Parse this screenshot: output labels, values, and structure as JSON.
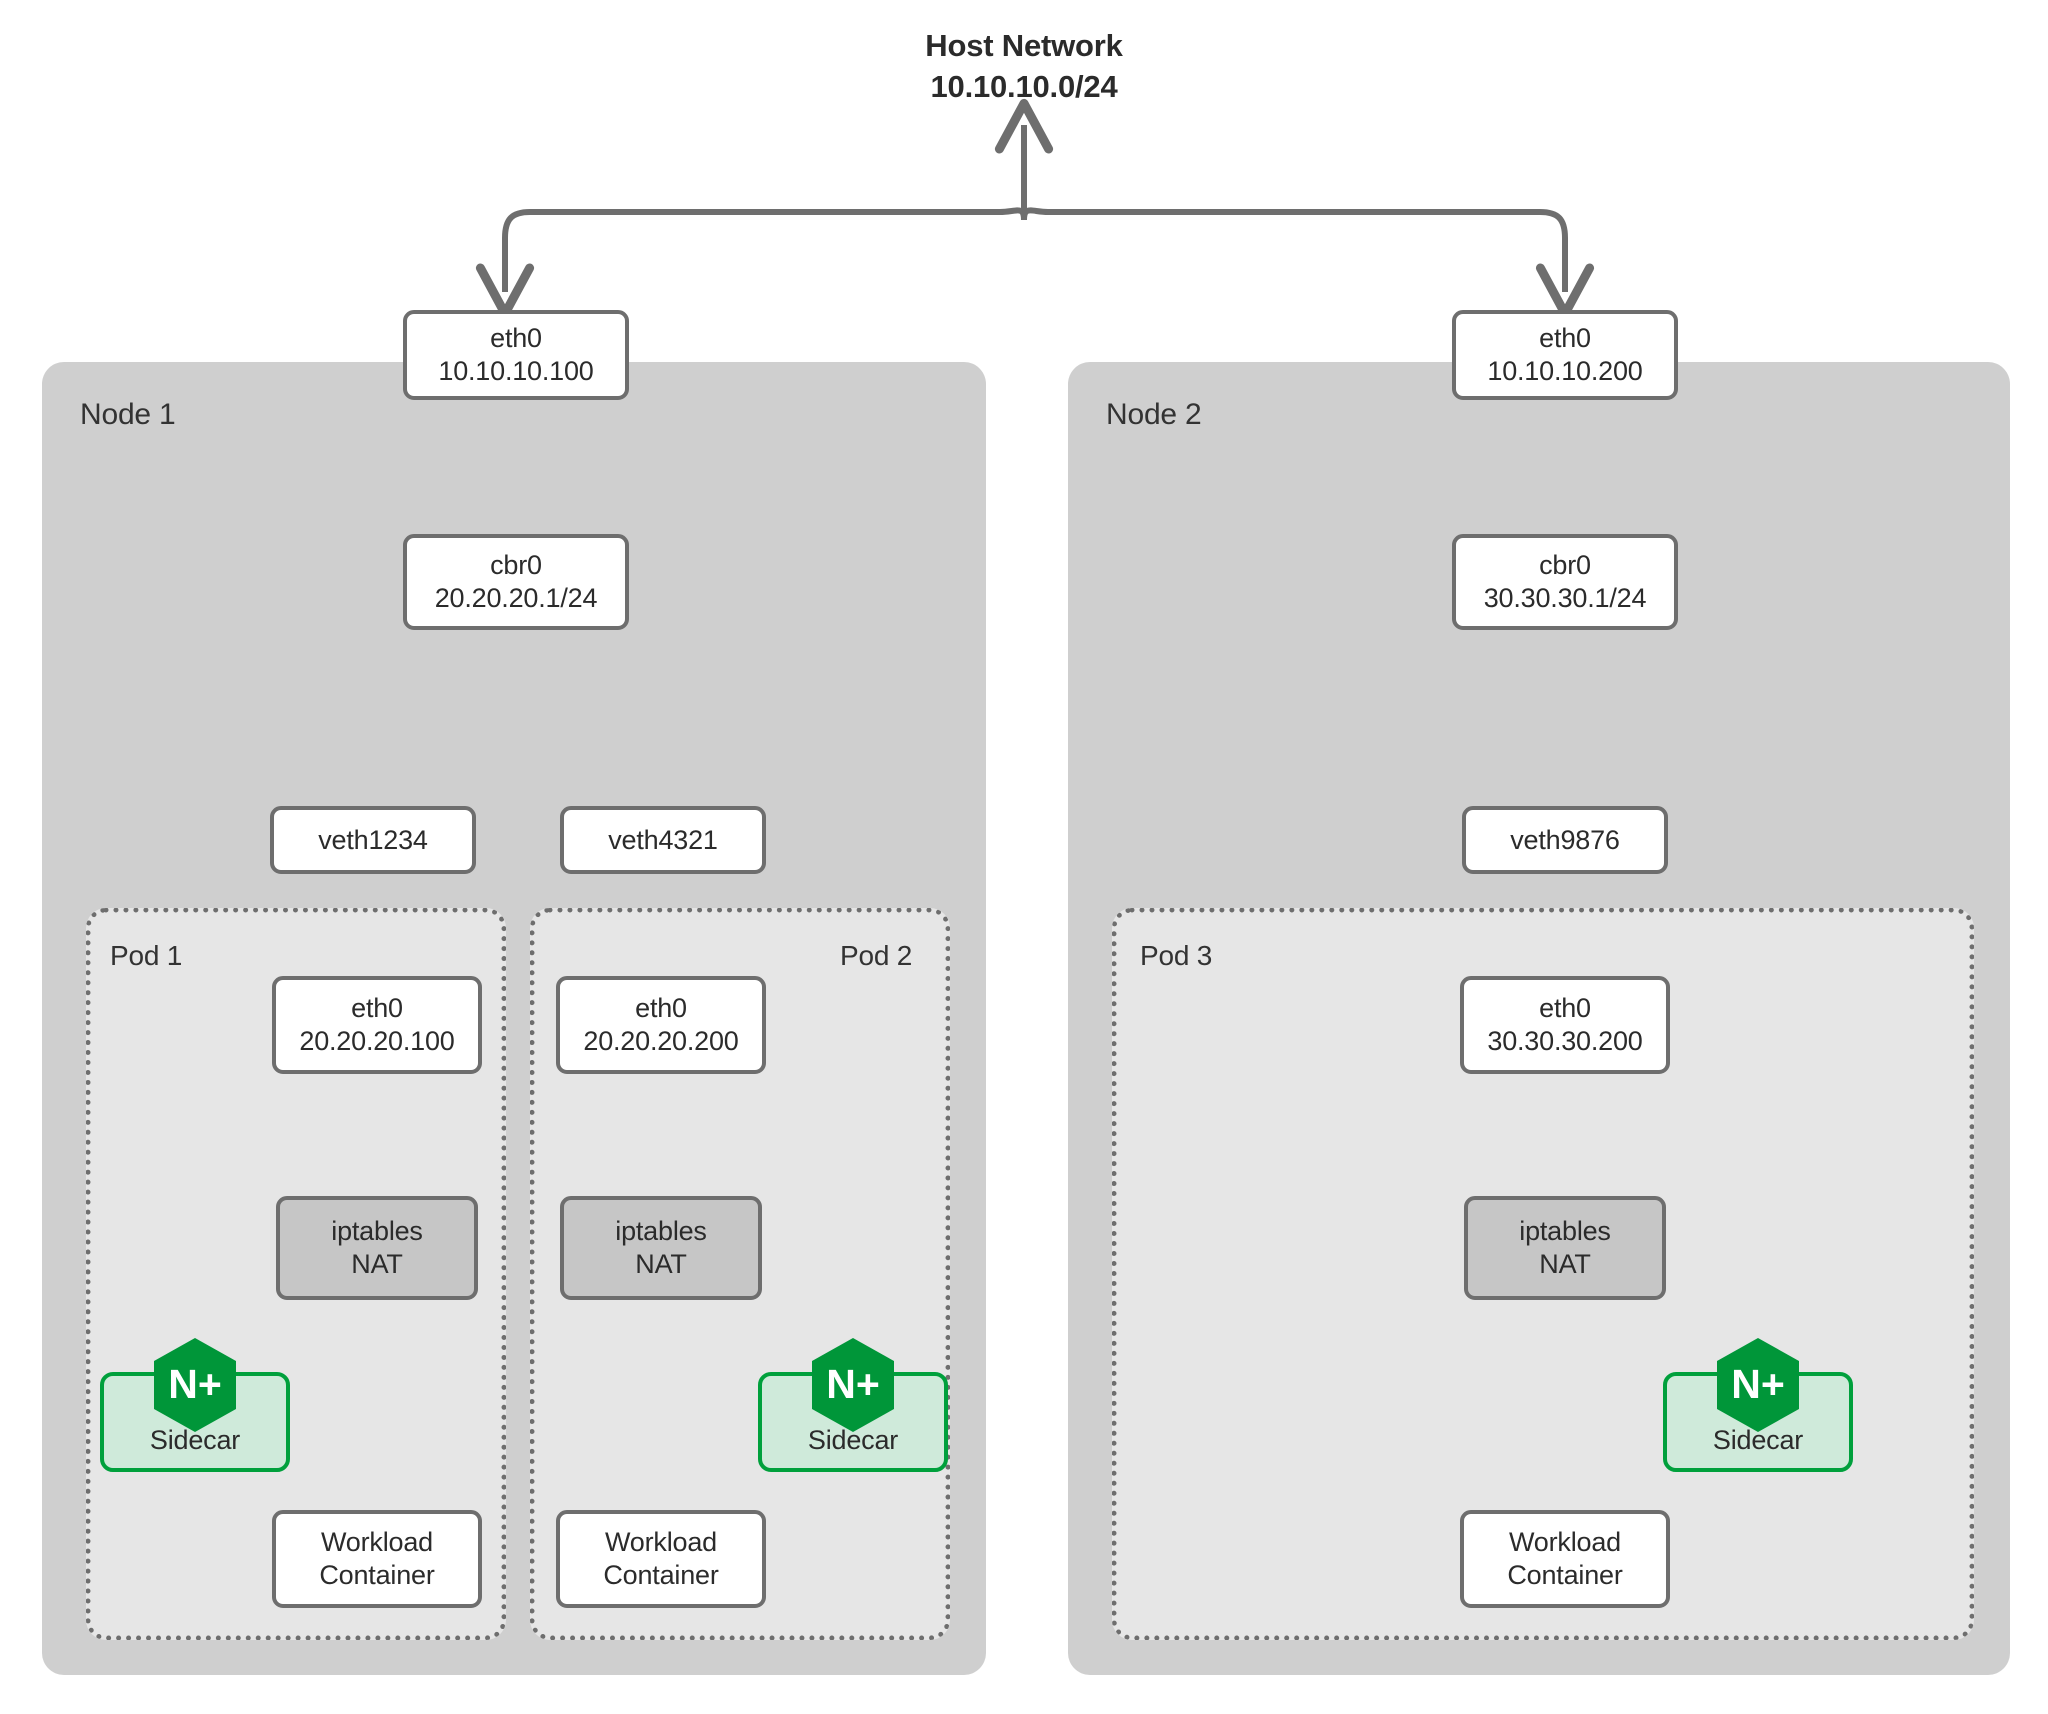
{
  "diagram": {
    "title_line1": "Host Network",
    "title_line2": "10.10.10.0/24",
    "colors": {
      "node_fill": "#cfcfcf",
      "pod_fill": "#e6e6e6",
      "box_border": "#6e6e6e",
      "box_fill": "#ffffff",
      "nat_fill": "#c6c6c6",
      "sidecar_fill": "#cfeada",
      "sidecar_border": "#00a03c",
      "nginx_green": "#009639",
      "arrow": "#6e6e6e",
      "text": "#2b2b2b"
    }
  },
  "nodes": [
    {
      "label": "Node 1",
      "eth0": {
        "line1": "eth0",
        "line2": "10.10.10.100"
      },
      "bridge": {
        "line1": "cbr0",
        "line2": "20.20.20.1/24"
      },
      "veths": [
        {
          "label": "veth1234"
        },
        {
          "label": "veth4321"
        }
      ],
      "pods": [
        {
          "label": "Pod 1",
          "eth0": {
            "line1": "eth0",
            "line2": "20.20.20.100"
          },
          "nat": {
            "line1": "iptables",
            "line2": "NAT"
          },
          "sidecar": {
            "label": "Sidecar",
            "badge": "N+",
            "side": "left"
          },
          "workload": {
            "line1": "Workload",
            "line2": "Container"
          }
        },
        {
          "label": "Pod 2",
          "eth0": {
            "line1": "eth0",
            "line2": "20.20.20.200"
          },
          "nat": {
            "line1": "iptables",
            "line2": "NAT"
          },
          "sidecar": {
            "label": "Sidecar",
            "badge": "N+",
            "side": "right"
          },
          "workload": {
            "line1": "Workload",
            "line2": "Container"
          }
        }
      ]
    },
    {
      "label": "Node 2",
      "eth0": {
        "line1": "eth0",
        "line2": "10.10.10.200"
      },
      "bridge": {
        "line1": "cbr0",
        "line2": "30.30.30.1/24"
      },
      "veths": [
        {
          "label": "veth9876"
        }
      ],
      "pods": [
        {
          "label": "Pod 3",
          "eth0": {
            "line1": "eth0",
            "line2": "30.30.30.200"
          },
          "nat": {
            "line1": "iptables",
            "line2": "NAT"
          },
          "sidecar": {
            "label": "Sidecar",
            "badge": "N+",
            "side": "right"
          },
          "workload": {
            "line1": "Workload",
            "line2": "Container"
          }
        }
      ]
    }
  ]
}
